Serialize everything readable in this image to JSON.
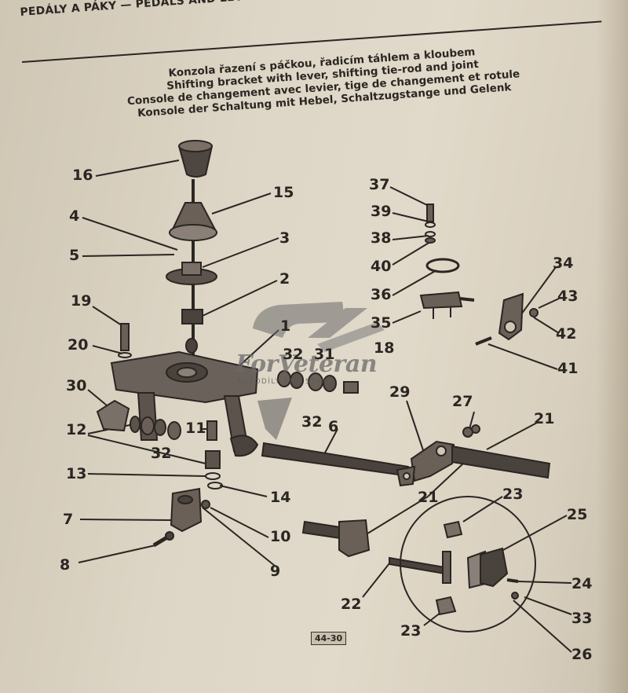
{
  "header": {
    "text": "PEDÁLY A PÁKY — PEDALS AND LEVERS — PÉDALES ET LEVIERS — FUSSHEBEL UND HEBEL"
  },
  "titles": {
    "cz": "Konzola řazení s páčkou, řadicím táhlem a kloubem",
    "en": "Shifting bracket with lever, shifting tie-rod and joint",
    "fr": "Console de changement avec levier, tige de changement et rotule",
    "de": "Konsole der Schaltung mit Hebel, Schaltzugstange und Gelenk"
  },
  "watermark": {
    "brand": "ForVeteran",
    "sub": "AUTODÍLY PRO STARÝ"
  },
  "page_number": "44-30",
  "labels": {
    "l16": "16",
    "l15": "15",
    "l4": "4",
    "l3": "3",
    "l5": "5",
    "l2": "2",
    "l19": "19",
    "l1": "1",
    "l20": "20",
    "l30": "30",
    "l12": "12",
    "l32a": "32",
    "l11": "11",
    "l13": "13",
    "l14": "14",
    "l7": "7",
    "l10": "10",
    "l8": "8",
    "l9": "9",
    "l37": "37",
    "l39": "39",
    "l38": "38",
    "l40": "40",
    "l36": "36",
    "l35": "35",
    "l34": "34",
    "l43": "43",
    "l42": "42",
    "l41": "41",
    "l32b": "32",
    "l31": "31",
    "l18": "18",
    "l32c": "32",
    "l6": "6",
    "l29": "29",
    "l27": "27",
    "l21a": "21",
    "l21b": "21",
    "l23a": "23",
    "l25": "25",
    "l24": "24",
    "l22": "22",
    "l33": "33",
    "l23b": "23",
    "l26": "26"
  }
}
